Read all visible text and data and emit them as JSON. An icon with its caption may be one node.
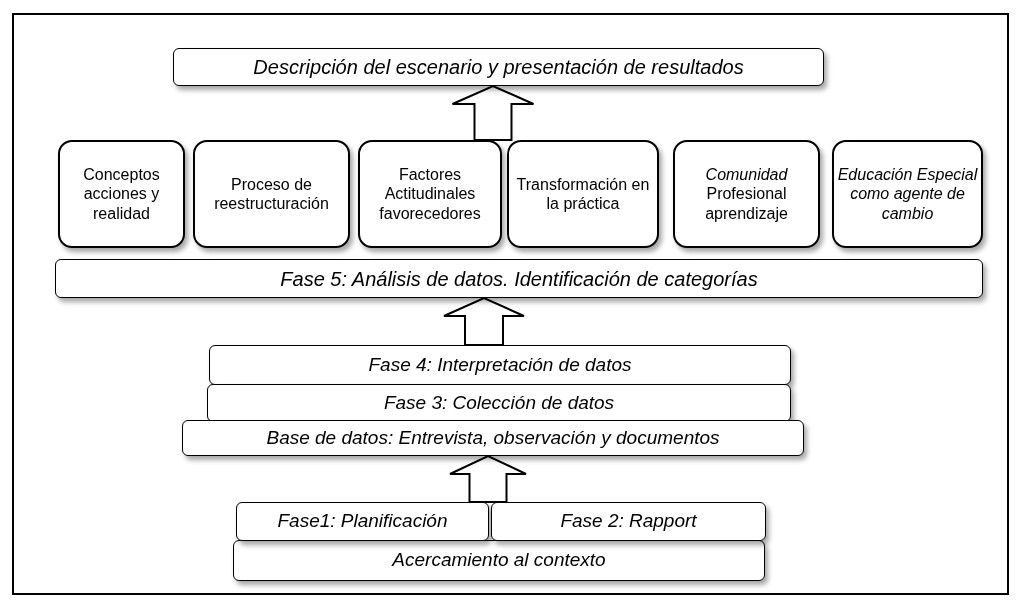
{
  "diagram": {
    "nodes": [
      {
        "text": [
          "Descripción del escenario y presentación de resultados"
        ]
      },
      {
        "text": [
          "Conceptos acciones y realidad"
        ]
      },
      {
        "text": [
          "Proceso de reestructuración"
        ]
      },
      {
        "text": [
          "Factores Actitudinales favorecedores"
        ]
      },
      {
        "text": [
          "Transformación en la práctica"
        ]
      },
      {
        "text": [
          "*Comunidad* Profesional aprendizaje"
        ]
      },
      {
        "text": [
          "Educación Especial como agente de cambio"
        ]
      },
      {
        "text": [
          "Fase 5: Análisis de datos. Identificación de categorías"
        ]
      },
      {
        "text": [
          "Fase 4: Interpretación de datos"
        ]
      },
      {
        "text": [
          "Fase 3: Colección de datos"
        ]
      },
      {
        "text": [
          "Base de datos: Entrevista, observación y documentos"
        ]
      },
      {
        "text": [
          "Fase1: Planificación"
        ]
      },
      {
        "text": [
          "Fase 2: Rapport"
        ]
      },
      {
        "text": [
          "Acercamiento al contexto"
        ]
      }
    ],
    "edges": [
      {
        "from": 3,
        "to": 0,
        "arrow": "to"
      },
      {
        "from": 8,
        "to": 7,
        "arrow": "to"
      },
      {
        "from": 11,
        "to": 10,
        "arrow": "to"
      }
    ]
  }
}
